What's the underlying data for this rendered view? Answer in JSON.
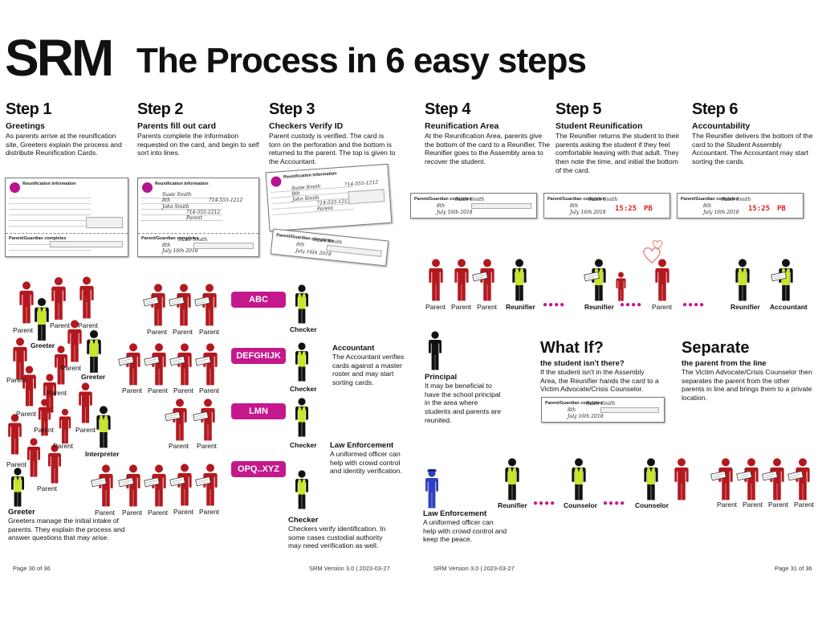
{
  "header": {
    "brand": "SRM",
    "headline": "The Process  in 6 easy steps"
  },
  "steps": [
    {
      "title": "Step 1",
      "subtitle": "Greetings",
      "body": "As parents arrive at the reunification site, Greeters explain the process and distribute Reunification Cards."
    },
    {
      "title": "Step 2",
      "subtitle": "Parents fill out card",
      "body": "Parents complete the information requested on the card, and begin to self sort into lines."
    },
    {
      "title": "Step 3",
      "subtitle": "Checkers Verify ID",
      "body": "Parent custody is verified. The card is torn on the perforation and the bottom is returned to the parent. The top is given to the Accountant."
    },
    {
      "title": "Step 4",
      "subtitle": "Reunification Area",
      "body": "At the Reunification Area, parents give the bottom of the card to a Reunifier. The Reunifier goes to the Assembly area to recover the student."
    },
    {
      "title": "Step 5",
      "subtitle": "Student Reunification",
      "body": "The Reunifier returns the student to their parents asking the student if they feel comfortable leaving with that adult. They then note the time, and initial the bottom of the card."
    },
    {
      "title": "Step 6",
      "subtitle": "Accountability",
      "body": "The Reunifier delivers the bottom of the card to the Student Assembly Accountant. The Accountant may start sorting the cards."
    }
  ],
  "card": {
    "title": "Reunification Information",
    "bottom_title": "Parent/Guardian completes",
    "name": "Susie Smith",
    "grade": "8th",
    "phone": "714-555-1212",
    "signer": "John Smith",
    "relation": "Parent",
    "date": "July 16th 2018",
    "time": "15:25",
    "initials": "PB"
  },
  "lines": [
    {
      "label": "ABC"
    },
    {
      "label": "DEFGHIJK"
    },
    {
      "label": "LMN"
    },
    {
      "label": "OPQ..XYZ"
    }
  ],
  "roles": {
    "parent": "Parent",
    "greeter": "Greeter",
    "interpreter": "Interpreter",
    "checker": "Checker",
    "reunifier": "Reunifier",
    "accountant": "Accountant",
    "counselor": "Counselor"
  },
  "notes": {
    "greeter": {
      "title": "Greeter",
      "body": "Greeters manage the initial intake of parents. They explain the process and answer questions that may arise."
    },
    "checker": {
      "title": "Checker",
      "body": "Checkers verify identification. In some cases custodial authority may need verification as well."
    },
    "accountant": {
      "title": "Accountant",
      "body": "The Accountant verifies cards against a master roster and may start sorting cards."
    },
    "law_left": {
      "title": "Law Enforcement",
      "body": "A uniformed officer can help with crowd control and identity verification."
    },
    "principal": {
      "title": "Principal",
      "body": "It may be beneficial to have the school principal in the area where students and parents are reunited."
    },
    "law_right": {
      "title": "Law Enforcement",
      "body": "A uniformed officer can help with crowd control and keep the peace."
    }
  },
  "whatif": {
    "title": "What If?",
    "subtitle": "the student isn't there?",
    "body": "If the student isn't in the Assembly Area, the Reunifier hands the card to a Victim Advocate/Crisis Counselor."
  },
  "separate": {
    "title": "Separate",
    "subtitle": "the parent from the line",
    "body": "The Victim Advocate/Crisis Counselor then separates the parent from the other parents in line and brings them to a private location."
  },
  "footer": {
    "left_page": "Page 30 of 36",
    "version_left": "SRM Version 3.0 | 2023-03-27",
    "version_right": "SRM Version 3.0 | 2023-03-27",
    "right_page": "Page 31 of 36"
  },
  "colors": {
    "parent": "#b3181e",
    "vest": "#c8e62a",
    "staff": "#111111",
    "police": "#2f3fbf",
    "accent": "#c4188c"
  }
}
